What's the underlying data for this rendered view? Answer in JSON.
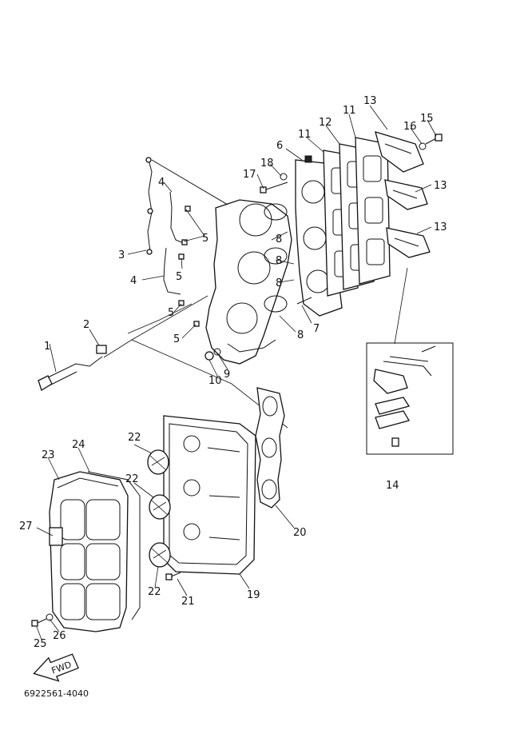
{
  "diagram": {
    "code": "6922561-4040",
    "fwd_label": "FWD",
    "callouts": [
      "1",
      "2",
      "3",
      "4",
      "4",
      "5",
      "5",
      "5",
      "5",
      "6",
      "7",
      "8",
      "8",
      "8",
      "8",
      "9",
      "10",
      "11",
      "11",
      "12",
      "13",
      "13",
      "13",
      "14",
      "15",
      "16",
      "17",
      "18",
      "19",
      "20",
      "21",
      "22",
      "22",
      "22",
      "23",
      "24",
      "25",
      "26",
      "27"
    ]
  }
}
